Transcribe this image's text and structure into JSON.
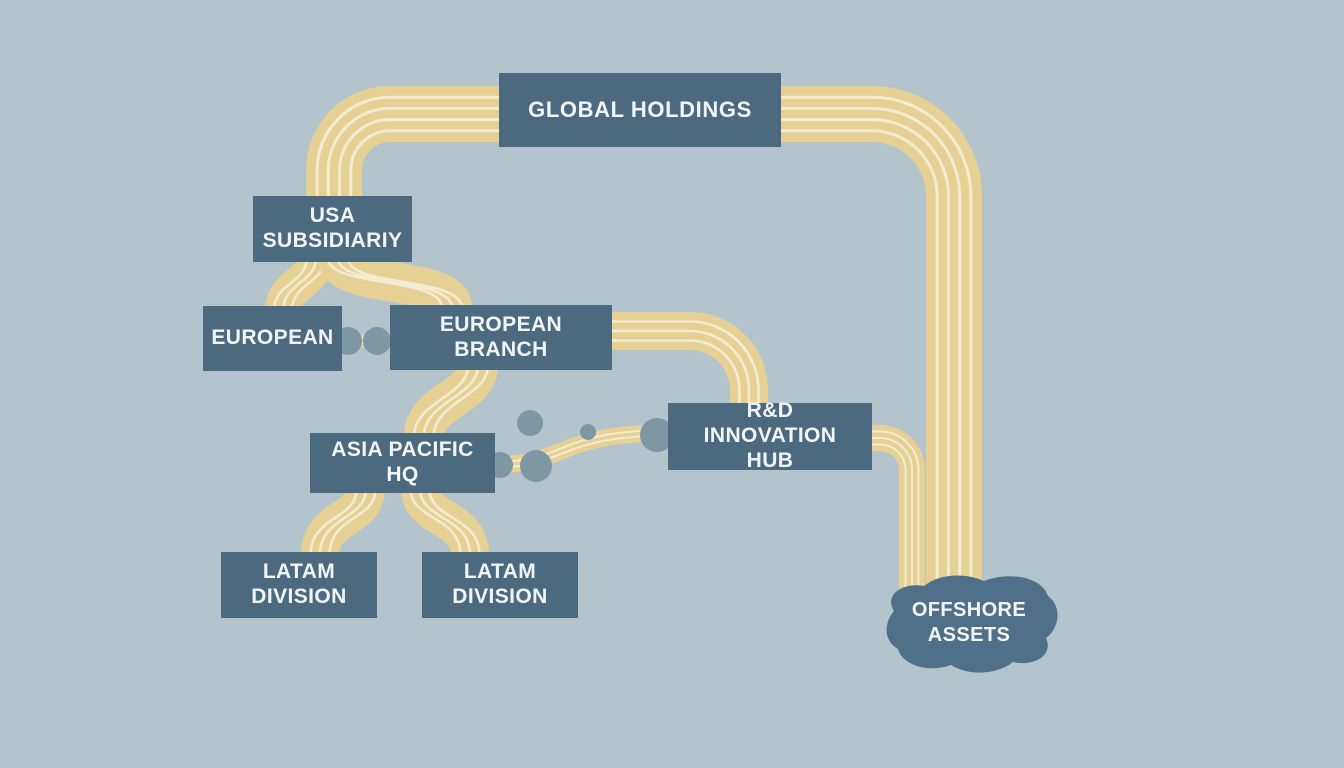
{
  "diagram": {
    "type": "org-flow-diagram",
    "nodes": {
      "global": {
        "label": "GLOBAL HOLDINGS"
      },
      "usa": {
        "label": "USA SUBSIDIARIY"
      },
      "european": {
        "label": "EUROPEAN"
      },
      "european_branch": {
        "label": "EUROPEAN BRANCH"
      },
      "asia": {
        "label": "ASIA PACIFIC HQ"
      },
      "rd": {
        "label": "R&D INNOVATION HUB"
      },
      "latam_left": {
        "label": "LATAM DIVISION"
      },
      "latam_right": {
        "label": "LATAM DIVISION"
      },
      "offshore": {
        "label": "OFFSHORE ASSETS"
      }
    },
    "edges": [
      {
        "from": "global",
        "to": "usa",
        "style": "multi-strand-ribbon"
      },
      {
        "from": "global",
        "to": "offshore",
        "style": "multi-strand-ribbon"
      },
      {
        "from": "usa",
        "to": "european",
        "style": "multi-strand-ribbon"
      },
      {
        "from": "usa",
        "to": "european_branch",
        "style": "multi-strand-ribbon"
      },
      {
        "from": "european",
        "to": "european_branch",
        "style": "dot-link"
      },
      {
        "from": "european_branch",
        "to": "rd",
        "style": "multi-strand-ribbon"
      },
      {
        "from": "european_branch",
        "to": "asia",
        "style": "multi-strand-ribbon"
      },
      {
        "from": "asia",
        "to": "latam_left",
        "style": "multi-strand-ribbon"
      },
      {
        "from": "asia",
        "to": "latam_right",
        "style": "multi-strand-ribbon"
      },
      {
        "from": "asia",
        "to": "rd",
        "style": "thin-ribbon-with-dots"
      },
      {
        "from": "rd",
        "to": "offshore",
        "style": "thin-ribbon"
      }
    ]
  },
  "colors": {
    "background": "#b4c4cc",
    "box": "#4b6a80",
    "ribbon": "#e7d094",
    "stripe": "#f4ecd2",
    "dot": "#7e97a5",
    "blob": "#50708a",
    "text": "#f2f5f7"
  }
}
